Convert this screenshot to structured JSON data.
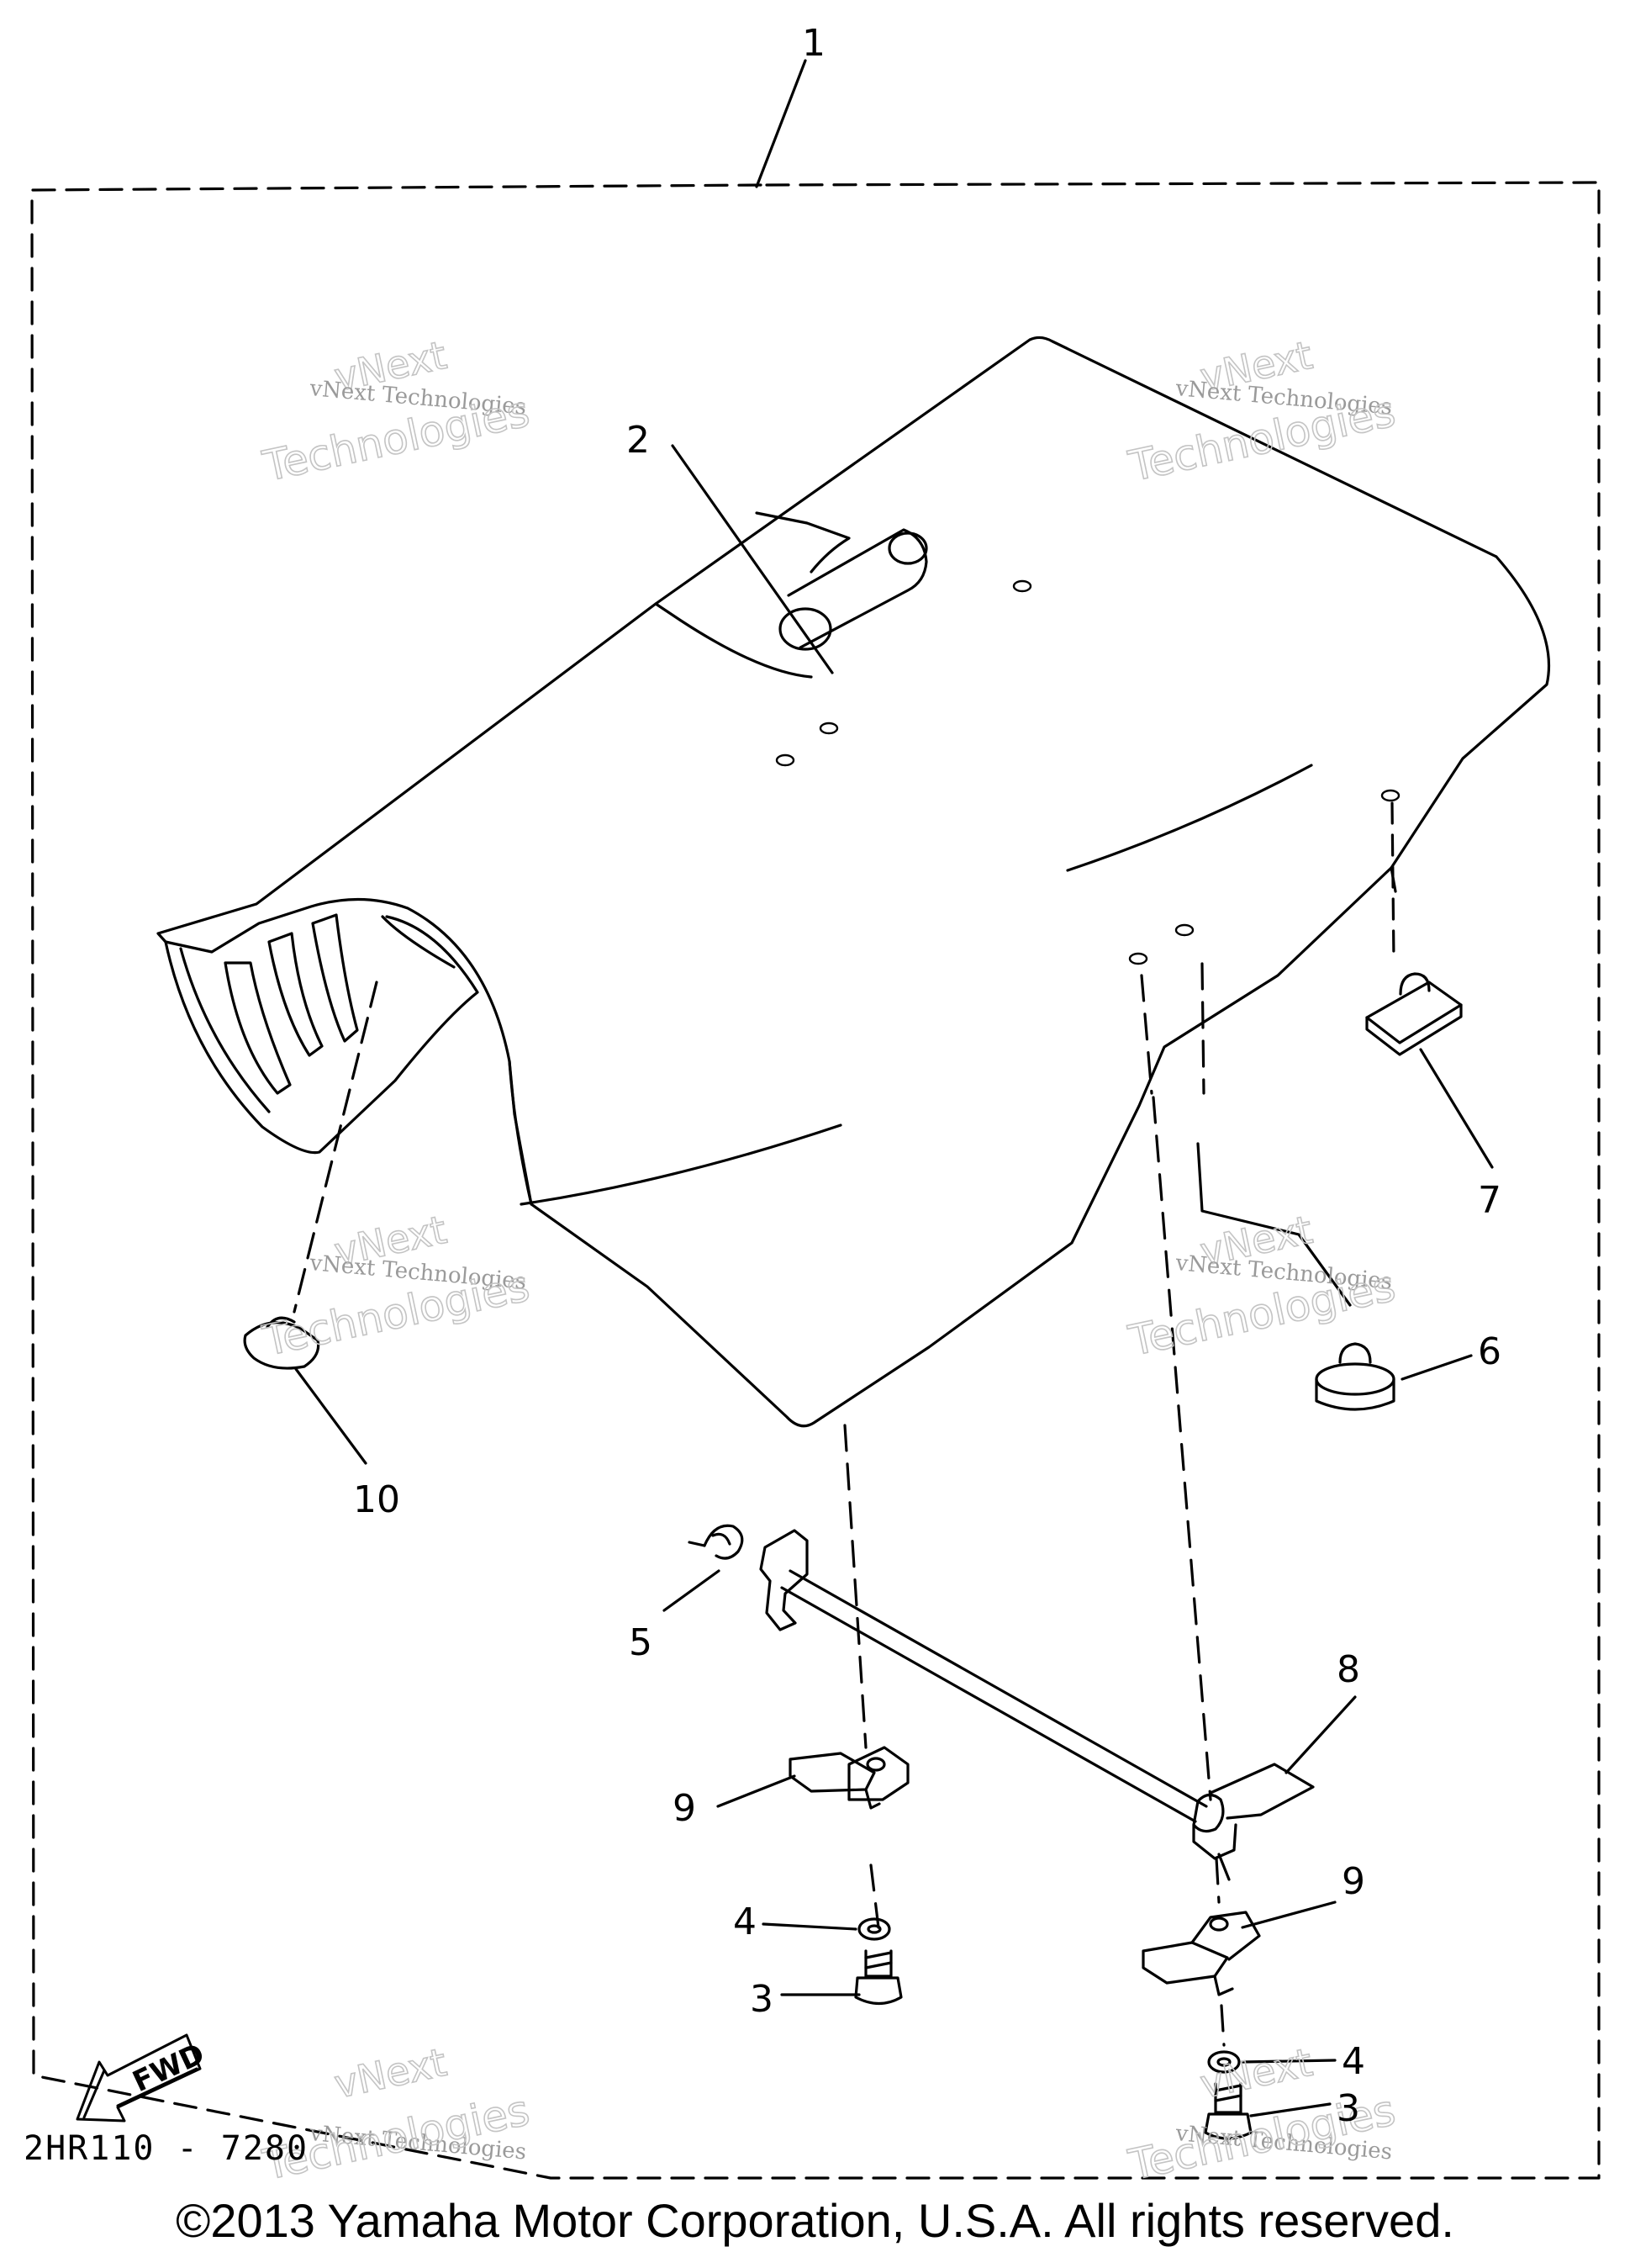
{
  "diagram": {
    "callouts": {
      "c1": "1",
      "c2": "2",
      "c3a": "3",
      "c3b": "3",
      "c4a": "4",
      "c4b": "4",
      "c5": "5",
      "c6": "6",
      "c7": "7",
      "c8": "8",
      "c9a": "9",
      "c9b": "9",
      "c10": "10"
    },
    "fwd_label": "FWD",
    "drawing_code": "2HR110 - 7280",
    "watermark": {
      "line1": "vNext Technologies",
      "big1": "vNext",
      "big2": "Technologies"
    }
  },
  "copyright": "©2013 Yamaha Motor Corporation, U.S.A. All rights reserved."
}
